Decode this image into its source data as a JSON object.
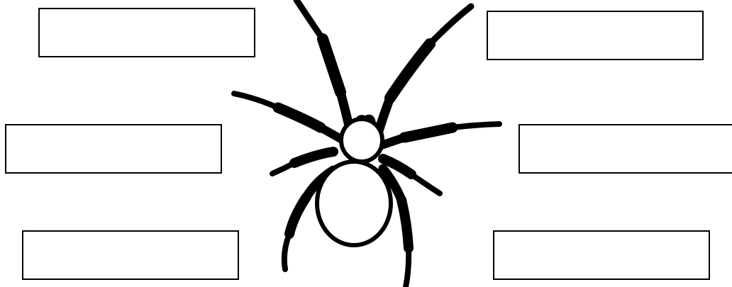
{
  "diagram": {
    "subject": "spider",
    "colors": {
      "outline": "#000000",
      "background": "#ffffff"
    },
    "label_boxes": [
      {
        "id": "top-left",
        "text": ""
      },
      {
        "id": "top-right",
        "text": ""
      },
      {
        "id": "mid-left",
        "text": ""
      },
      {
        "id": "mid-right",
        "text": ""
      },
      {
        "id": "bottom-left",
        "text": ""
      },
      {
        "id": "bottom-right",
        "text": ""
      }
    ]
  }
}
